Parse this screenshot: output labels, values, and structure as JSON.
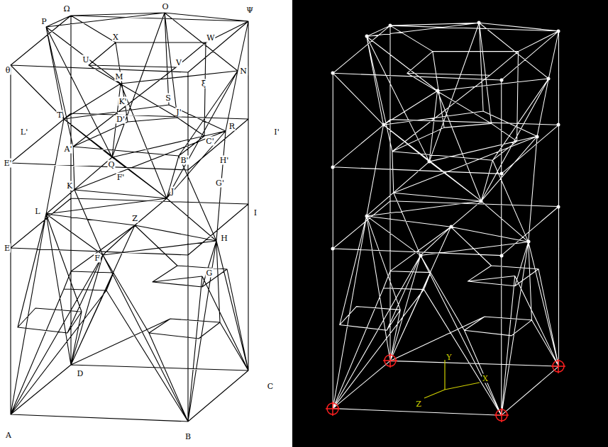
{
  "diagram": {
    "labels": [
      "Ω",
      "O",
      "Ψ",
      "P",
      "X",
      "W",
      "U",
      "V",
      "N",
      "θ",
      "M",
      "ξ",
      "K'",
      "S",
      "T",
      "D'",
      "J'",
      "L'",
      "I'",
      "R",
      "C'",
      "A'",
      "Q",
      "B'",
      "E'",
      "H'",
      "F'",
      "G'",
      "K",
      "J",
      "L",
      "I",
      "Z",
      "E",
      "H",
      "F",
      "G",
      "D",
      "C",
      "A",
      "B",
      "Y",
      "Z",
      "X"
    ]
  }
}
